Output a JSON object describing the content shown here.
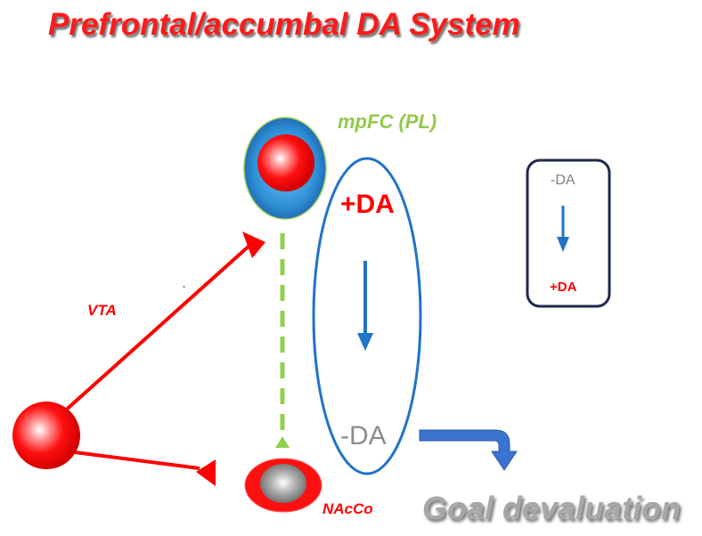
{
  "title": "Prefrontal/accumbal DA System",
  "labels": {
    "mpfc": "mpFC (PL)",
    "vta": "VTA",
    "nacc": "NAcCo",
    "plus_da": "+DA",
    "minus_da": "-DA",
    "goal": "Goal devaluation"
  },
  "inset": {
    "top_label": "-DA",
    "bottom_label": "+DA"
  },
  "colors": {
    "red": "#ff0000",
    "green": "#92d050",
    "blue": "#1f74c8",
    "navy": "#1f2a4a",
    "grey_text": "#8c8c8c"
  }
}
